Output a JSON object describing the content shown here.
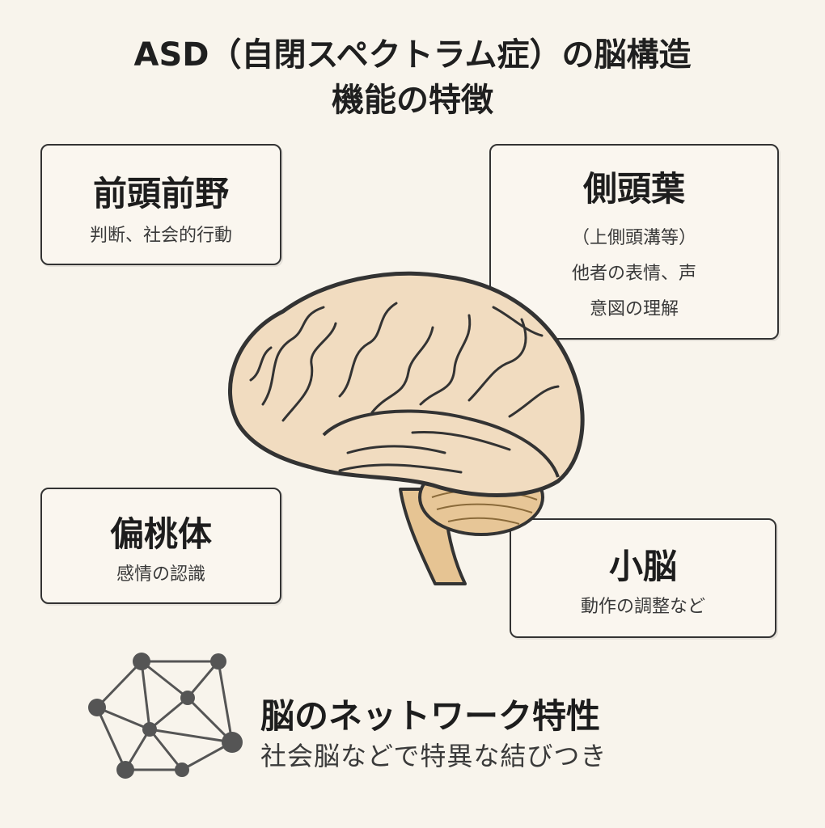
{
  "title": {
    "line1": "ASD（自閉スペクトラム症）の脳構造",
    "line2": "機能の特徴"
  },
  "regions": {
    "prefrontal": {
      "name": "前頭前野",
      "desc": "判断、社会的行動"
    },
    "temporal": {
      "name": "側頭葉",
      "desc1": "（上側頭溝等）",
      "desc2": "他者の表情、声",
      "desc3": "意図の理解"
    },
    "amygdala": {
      "name": "偏桃体",
      "desc": "感情の認識"
    },
    "cerebellum": {
      "name": "小脳",
      "desc": "動作の調整など"
    }
  },
  "network": {
    "title": "脳のネットワーク特性",
    "desc": "社会脳などで特異な結びつき"
  },
  "colors": {
    "background": "#f8f4ec",
    "brain_fill": "#f1dcc0",
    "brainstem_fill": "#e6c493",
    "outline": "#333333",
    "node": "#555555"
  },
  "icons": [
    "brain-illustration",
    "network-graph-icon"
  ]
}
